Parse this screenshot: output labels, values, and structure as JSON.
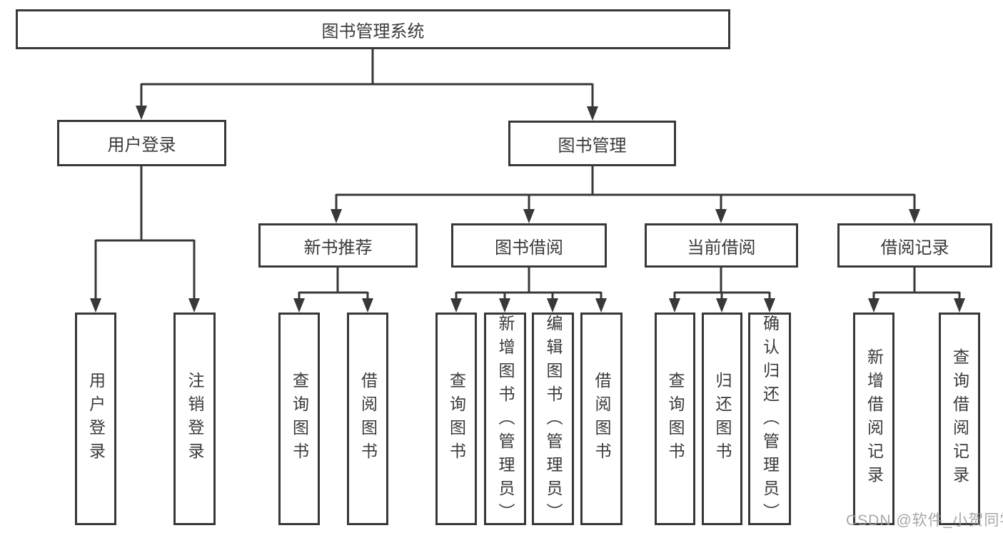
{
  "colors": {
    "line": "#383838",
    "box_border": "#383838",
    "box_fill": "#ffffff",
    "text": "#3a3a3a",
    "watermark": "#9e9c9c",
    "background": "#ffffff"
  },
  "diagram": {
    "type": "hierarchy-tree",
    "root": {
      "label": "图书管理系统"
    },
    "level2": [
      {
        "label": "用户登录"
      },
      {
        "label": "图书管理"
      }
    ],
    "level3": [
      {
        "label": "新书推荐"
      },
      {
        "label": "图书借阅"
      },
      {
        "label": "当前借阅"
      },
      {
        "label": "借阅记录"
      }
    ],
    "leaves": {
      "user_login": [
        {
          "label": "用户登录"
        },
        {
          "label": "注销登录"
        }
      ],
      "new_books": [
        {
          "label": "查询图书"
        },
        {
          "label": "借阅图书"
        }
      ],
      "book_borrow": [
        {
          "label": "查询图书"
        },
        {
          "label": "新增图书（管理员）"
        },
        {
          "label": "编辑图书（管理员）"
        },
        {
          "label": "借阅图书"
        }
      ],
      "current_borrow": [
        {
          "label": "查询图书"
        },
        {
          "label": "归还图书"
        },
        {
          "label": "确认归还（管理员）"
        }
      ],
      "borrow_records": [
        {
          "label": "新增借阅记录"
        },
        {
          "label": "查询借阅记录"
        }
      ]
    }
  },
  "watermark": {
    "text": "CSDN @软件_小贺同学"
  }
}
